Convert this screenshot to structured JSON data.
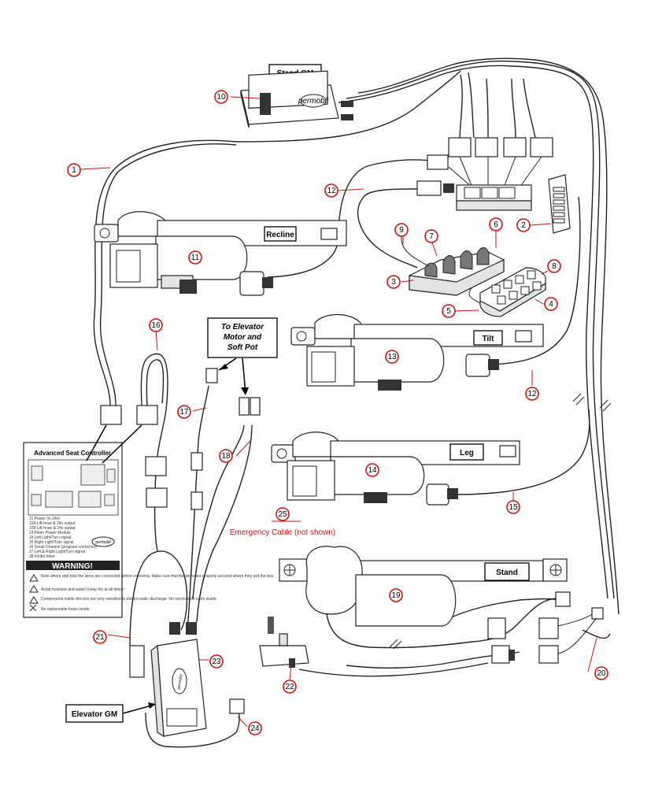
{
  "labels": {
    "stand_gm": "Stand GM",
    "recline": "Recline",
    "tilt": "Tilt",
    "leg": "Leg",
    "stand": "Stand",
    "elevator_gm": "Elevator GM",
    "to_elevator_line1": "To Elevator",
    "to_elevator_line2": "Motor and",
    "to_elevator_line3": "Soft Pot",
    "emergency": "Emergency Cable (not shown)",
    "brand": "permobil"
  },
  "callouts": [
    "1",
    "2",
    "3",
    "4",
    "5",
    "6",
    "7",
    "8",
    "9",
    "10",
    "11",
    "12",
    "12",
    "13",
    "14",
    "15",
    "16",
    "17",
    "18",
    "19",
    "20",
    "21",
    "22",
    "23",
    "24",
    "25"
  ],
  "asc_panel": {
    "title": "Advanced Seat Controller",
    "warning": "WARNING!",
    "port_list": [
      "J1  Power (in 24v)",
      "J2A Lift-hose & 24v output",
      "J2B Lift-hose & 24v output",
      "J3  Pilot+ Power Module",
      "J4  Left Light/Turn signal",
      "J5  Right Light/Turn signal",
      "J6  Serial Channel (program connector)",
      "J7  Left & Right Light/Turn signal",
      "J8  Inhibit Input"
    ],
    "notes": [
      "Note where and how the wires are connected before removing. Make sure that the wires are properly secured where they exit the box.",
      "Avoid moisture and water! Keep dry at all times!",
      "Components inside this box are very sensitive to electro static discharge. No serviceable parts inside.",
      "No replaceable fuses inside."
    ]
  },
  "colors": {
    "callout": "#cc1111",
    "line": "#222222"
  }
}
